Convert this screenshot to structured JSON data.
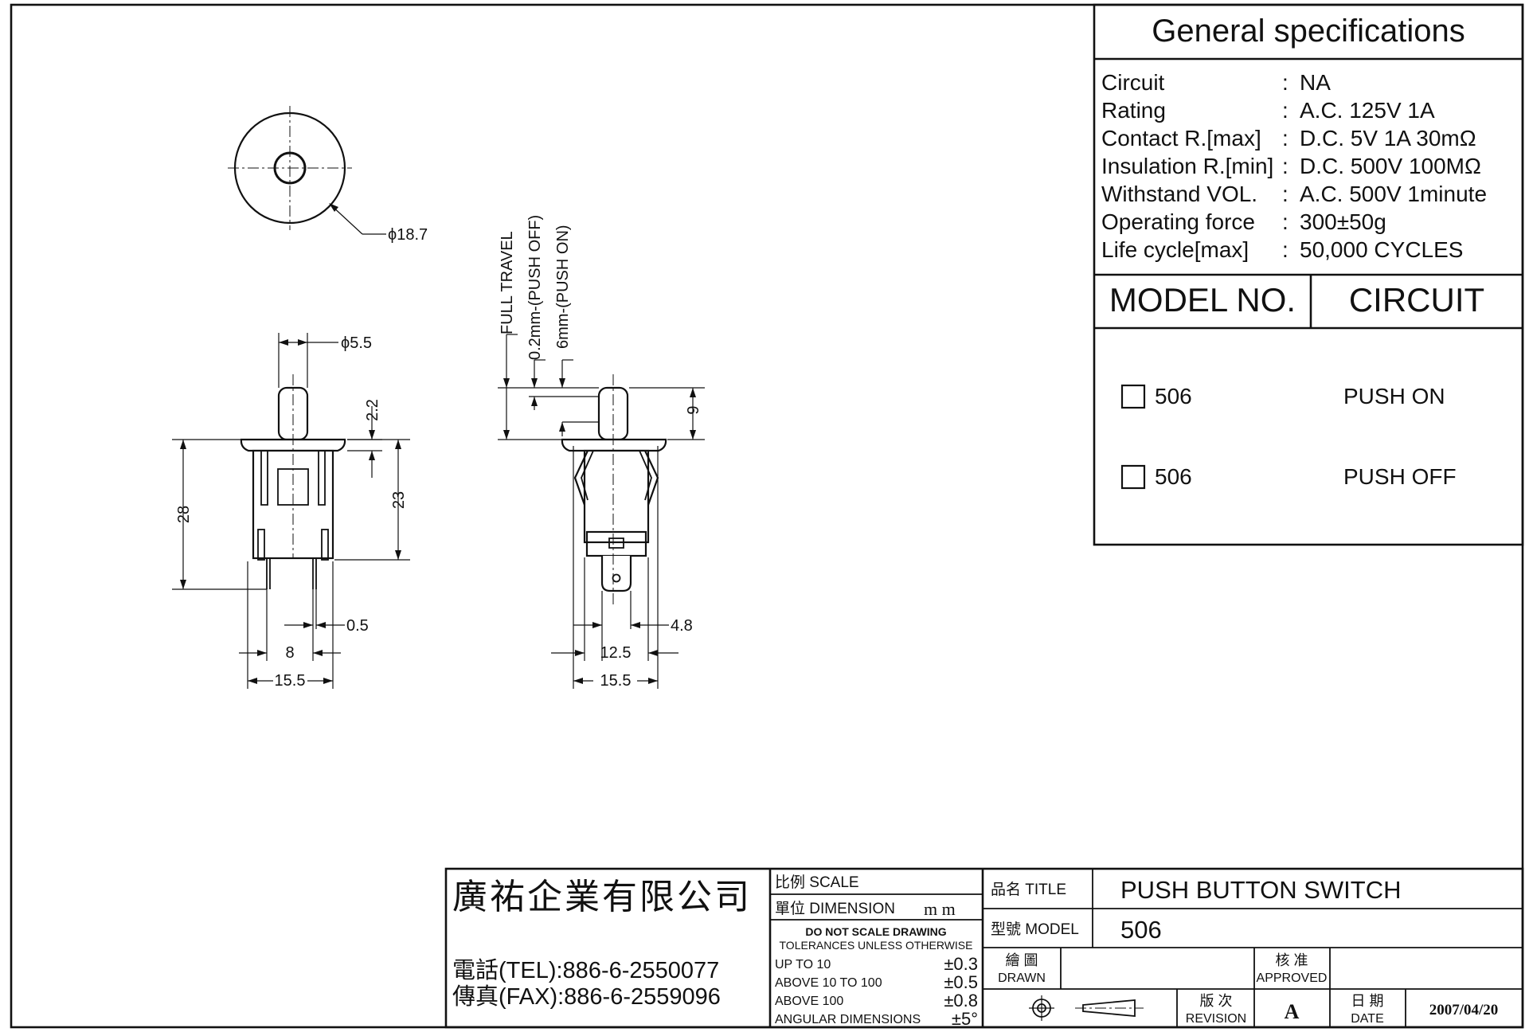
{
  "specs": {
    "title": "General specifications",
    "rows": [
      {
        "label": "Circuit",
        "sep": ":",
        "value": "NA"
      },
      {
        "label": "Rating",
        "sep": ":",
        "value": "A.C. 125V 1A"
      },
      {
        "label": "Contact R.[max]",
        "sep": ":",
        "value": "D.C. 5V 1A 30mΩ"
      },
      {
        "label": "Insulation R.[min]",
        "sep": ":",
        "value": "D.C. 500V 100MΩ"
      },
      {
        "label": "Withstand VOL.",
        "sep": ":",
        "value": "A.C. 500V 1minute"
      },
      {
        "label": "Operating force",
        "sep": ":",
        "value": "300±50g"
      },
      {
        "label": "Life cycle[max]",
        "sep": ":",
        "value": "50,000 CYCLES"
      }
    ],
    "model_header": "MODEL NO.",
    "circuit_header": "CIRCUIT",
    "models": [
      {
        "model": "506",
        "circuit": "PUSH ON"
      },
      {
        "model": "506",
        "circuit": "PUSH OFF"
      }
    ]
  },
  "drawing": {
    "dims": {
      "d18_7": "ϕ18.7",
      "d5_5": "ϕ5.5",
      "d2_2": "2.2",
      "d28": "28",
      "d23": "23",
      "d0_5": "0.5",
      "d8": "8",
      "d15_5_left": "15.5",
      "d9": "9",
      "d4_8": "4.8",
      "d12_5": "12.5",
      "d15_5_right": "15.5",
      "full_travel": "FULL TRAVEL",
      "push_off": "0.2mm-(PUSH OFF)",
      "push_on": "6mm-(PUSH ON)"
    }
  },
  "title_block": {
    "company": "廣祐企業有限公司",
    "tel": "電話(TEL):886-6-2550077",
    "fax": "傳真(FAX):886-6-2559096",
    "scale_label": "比例 SCALE",
    "dimension_label": "單位 DIMENSION",
    "dimension_unit": "m m",
    "note1": "DO NOT SCALE DRAWING",
    "note2": "TOLERANCES UNLESS OTHERWISE",
    "tolerances": [
      {
        "range": "UP TO 10",
        "value": "±0.3"
      },
      {
        "range": "ABOVE 10 TO 100",
        "value": "±0.5"
      },
      {
        "range": "ABOVE 100",
        "value": "±0.8"
      },
      {
        "range": "ANGULAR DIMENSIONS",
        "value": "±5°"
      }
    ],
    "title_label": "品名 TITLE",
    "title_value": "PUSH BUTTON SWITCH",
    "model_label": "型號 MODEL",
    "model_value": "506",
    "drawn_cn": "繪 圖",
    "drawn_en": "DRAWN",
    "approved_cn": "核 准",
    "approved_en": "APPROVED",
    "revision_cn": "版 次",
    "revision_en": "REVISION",
    "revision_value": "A",
    "date_cn": "日 期",
    "date_en": "DATE",
    "date_value": "2007/04/20"
  }
}
